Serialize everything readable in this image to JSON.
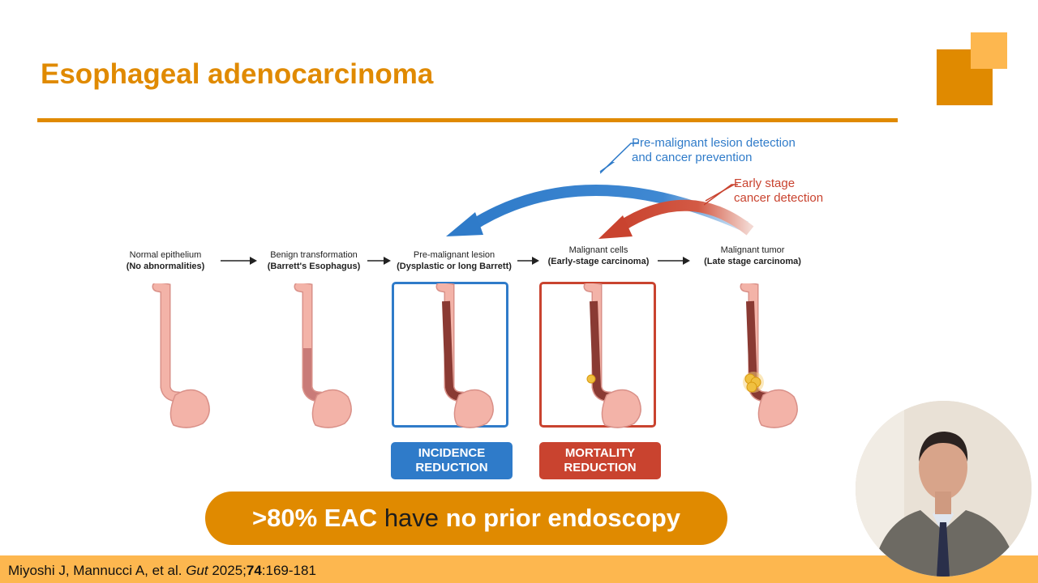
{
  "slide": {
    "title": "Esophageal adenocarcinoma",
    "accent": "#e08a00",
    "accent_light": "#fdb74f"
  },
  "stages": [
    {
      "line1": "Normal epithelium",
      "line2": "(No abnormalities)"
    },
    {
      "line1": "Benign transformation",
      "line2": "(Barrett's Esophagus)"
    },
    {
      "line1": "Pre-malignant lesion",
      "line2": "(Dysplastic or long Barrett)"
    },
    {
      "line1": "Malignant cells",
      "line2": "(Early-stage carcinoma)"
    },
    {
      "line1": "Malignant tumor",
      "line2": "(Late stage carcinoma)"
    }
  ],
  "callouts": {
    "blue": {
      "line1": "Pre-malignant lesion detection",
      "line2": "and cancer prevention",
      "color": "#2f7bc9"
    },
    "red": {
      "line1": "Early stage",
      "line2": "cancer detection",
      "color": "#c9432f"
    }
  },
  "badges": {
    "incidence": {
      "line1": "INCIDENCE",
      "line2": "REDUCTION",
      "color": "#2f7bc9"
    },
    "mortality": {
      "line1": "MORTALITY",
      "line2": "REDUCTION",
      "color": "#c9432f"
    }
  },
  "banner": {
    "part1": ">80% EAC ",
    "part2": "have",
    "part3": " no prior endoscopy"
  },
  "citation": {
    "authors": "Miyoshi J, Mannucci A, et al. ",
    "journal": "Gut",
    "year": " 2025;",
    "volume": "74",
    "pages": ":169-181"
  }
}
